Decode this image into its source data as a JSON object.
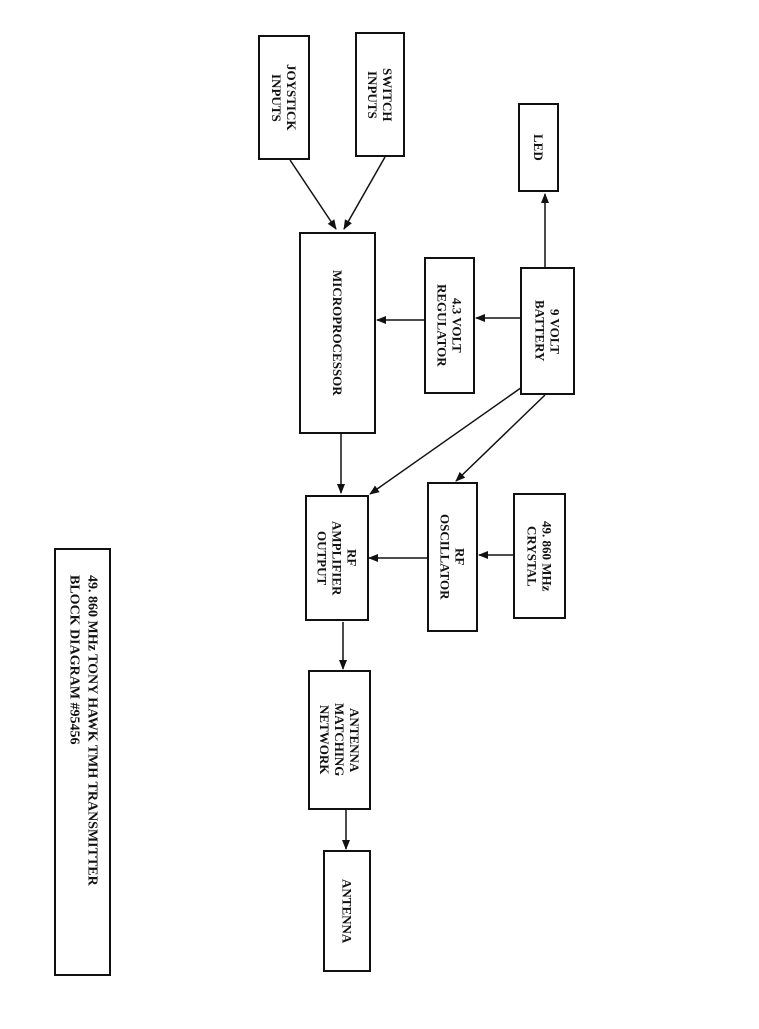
{
  "blocks": {
    "joystick": "JOYSTICK\nINPUTS",
    "switch": "SWITCH\nINPUTS",
    "led": "LED",
    "microprocessor": "MICROPROCESSOR",
    "regulator": "4.3 VOLT\nREGULATOR",
    "battery": "9 VOLT\nBATTERY",
    "rf_amplifier": "RF\nAMPLIFIER\nOUTPUT",
    "rf_oscillator": "RF\nOSCILLATOR",
    "crystal": "49. 860 MHz\nCRYSTAL",
    "antenna_matching": "ANTENNA\nMATCHING\nNETWORK",
    "antenna": "ANTENNA"
  },
  "title": "49. 860 MHz TONY HAWK TMH TRANSMITTER\nBLOCK DIAGRAM #95456"
}
